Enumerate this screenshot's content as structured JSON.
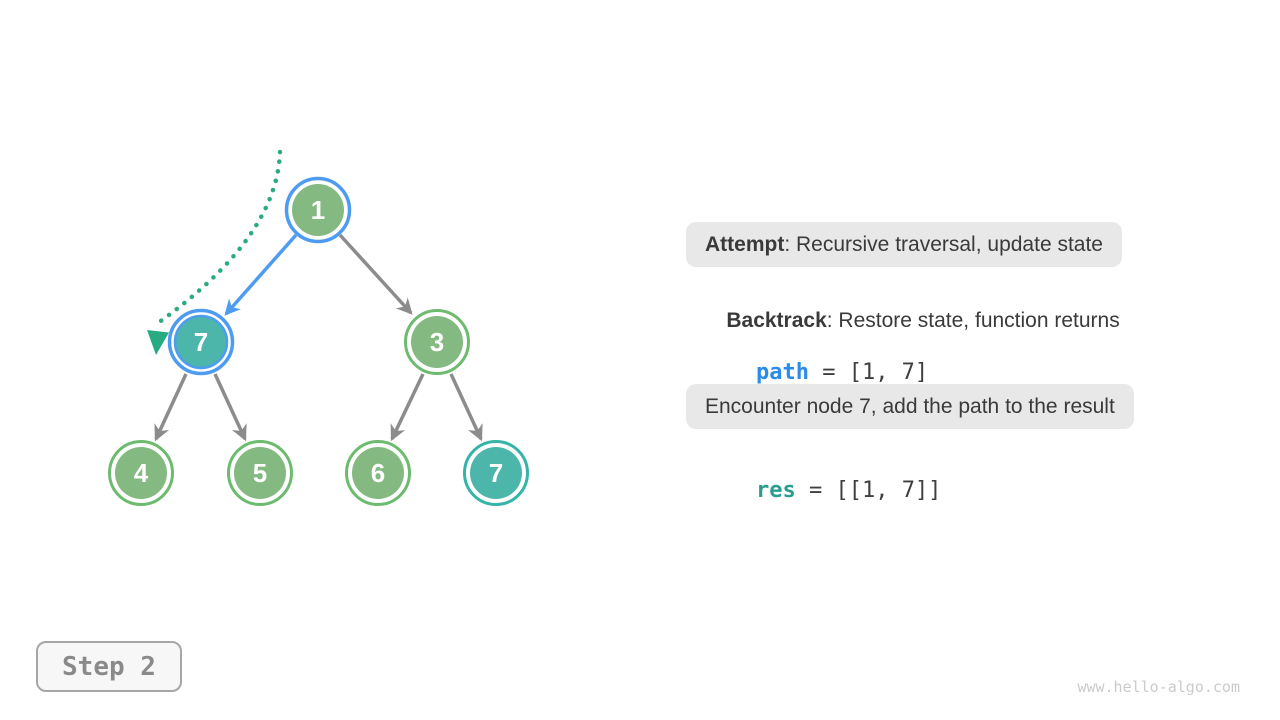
{
  "figure": {
    "step_label": "Step 2",
    "watermark": "www.hello-algo.com"
  },
  "panel": {
    "attempt": {
      "label": "Attempt",
      "rest": ": Recursive traversal, update state"
    },
    "backtrack": {
      "label": "Backtrack",
      "rest": ": Restore state, function returns"
    },
    "path": {
      "name": "path",
      "value": " = [1, 7]"
    },
    "encounter": "Encounter node 7, add the path to the result",
    "res": {
      "name": "res",
      "value": " = [[1, 7]]"
    }
  },
  "tree": {
    "nodes": [
      {
        "label": "1",
        "state": "on-path-blue-ring"
      },
      {
        "label": "7",
        "state": "current-teal-blue-ring"
      },
      {
        "label": "3",
        "state": "default-green"
      },
      {
        "label": "4",
        "state": "default-green"
      },
      {
        "label": "5",
        "state": "default-green"
      },
      {
        "label": "6",
        "state": "default-green"
      },
      {
        "label": "7",
        "state": "result-teal"
      }
    ],
    "edges": [
      {
        "from": "1",
        "to": "7",
        "style": "active-blue-arrow"
      },
      {
        "from": "1",
        "to": "3",
        "style": "gray-arrow"
      },
      {
        "from": "7",
        "to": "4",
        "style": "gray-arrow"
      },
      {
        "from": "7",
        "to": "5",
        "style": "gray-arrow"
      },
      {
        "from": "3",
        "to": "6",
        "style": "gray-arrow"
      },
      {
        "from": "3",
        "to": "7",
        "style": "gray-arrow"
      }
    ],
    "backtrack_arrow": "dotted green curve from above root down to current node 7"
  },
  "colors": {
    "node_green_fill": "#84B981",
    "node_green_ring": "#6DBB6F",
    "node_teal_fill": "#4CB6AB",
    "node_teal_ring": "#35B5A8",
    "highlight_blue": "#4E9CF2",
    "edge_gray": "#8C8C8C",
    "backtrack_green": "#28AA82",
    "path_text_blue": "#2A8BE8",
    "res_text_teal": "#2A9D8F",
    "note_background": "#E8E8E8",
    "text_dark": "#3A3A3A",
    "step_text_gray": "#8A8A8A",
    "watermark_gray": "#CBCBCB"
  }
}
